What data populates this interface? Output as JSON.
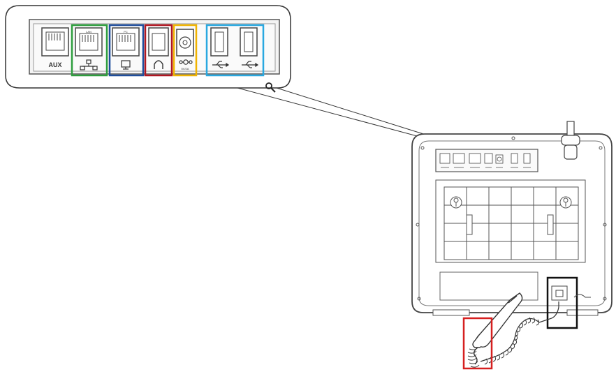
{
  "labels": {
    "aux": "AUX",
    "lan_tiny": "LAN",
    "pc_tiny": "PC",
    "dc_tiny": "5V/2A"
  },
  "highlight_colors": {
    "internet": "#2e9e3e",
    "pc": "#1f4e9c",
    "headset": "#b01621",
    "power": "#f0b300",
    "usb": "#29a8e0",
    "handset_port": "#111111",
    "handset": "#d62020"
  },
  "icons": [
    "aux-port",
    "internet-port",
    "pc-port",
    "headset-port",
    "power-port",
    "usb-port",
    "magnifier-icon",
    "handset"
  ]
}
